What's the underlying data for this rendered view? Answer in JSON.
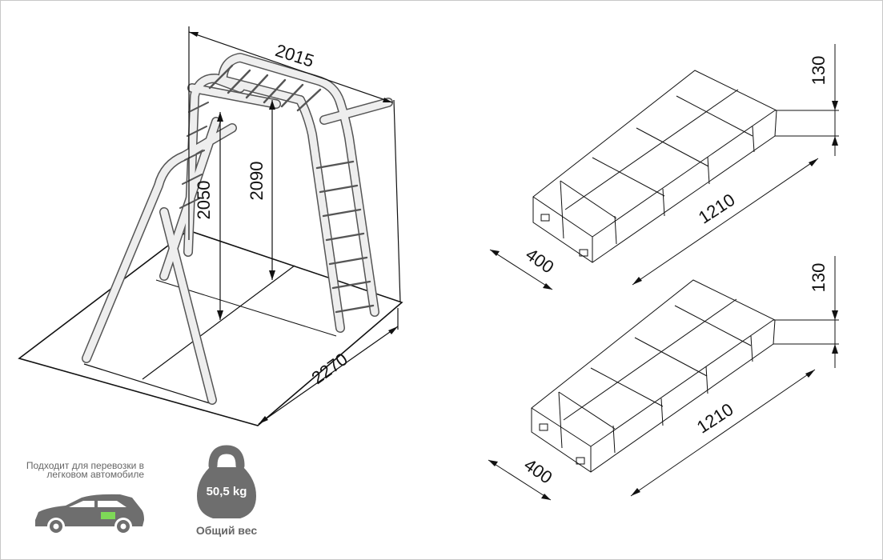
{
  "dimensions": {
    "frame_width": "2015",
    "frame_height_ladder": "2050",
    "frame_height_top": "2090",
    "frame_depth": "2270"
  },
  "packages": [
    {
      "length": "1210",
      "width": "400",
      "height": "130"
    },
    {
      "length": "1210",
      "width": "400",
      "height": "130"
    }
  ],
  "transport": {
    "caption": "Подходит для перевозки в легковом автомобиле"
  },
  "weight": {
    "value": "50,5 kg",
    "label": "Общий вес"
  },
  "colors": {
    "icon": "#6e6e6e",
    "line": "#111111",
    "accent": "#7ed957"
  },
  "icons": [
    "car-icon",
    "kettlebell-icon"
  ]
}
